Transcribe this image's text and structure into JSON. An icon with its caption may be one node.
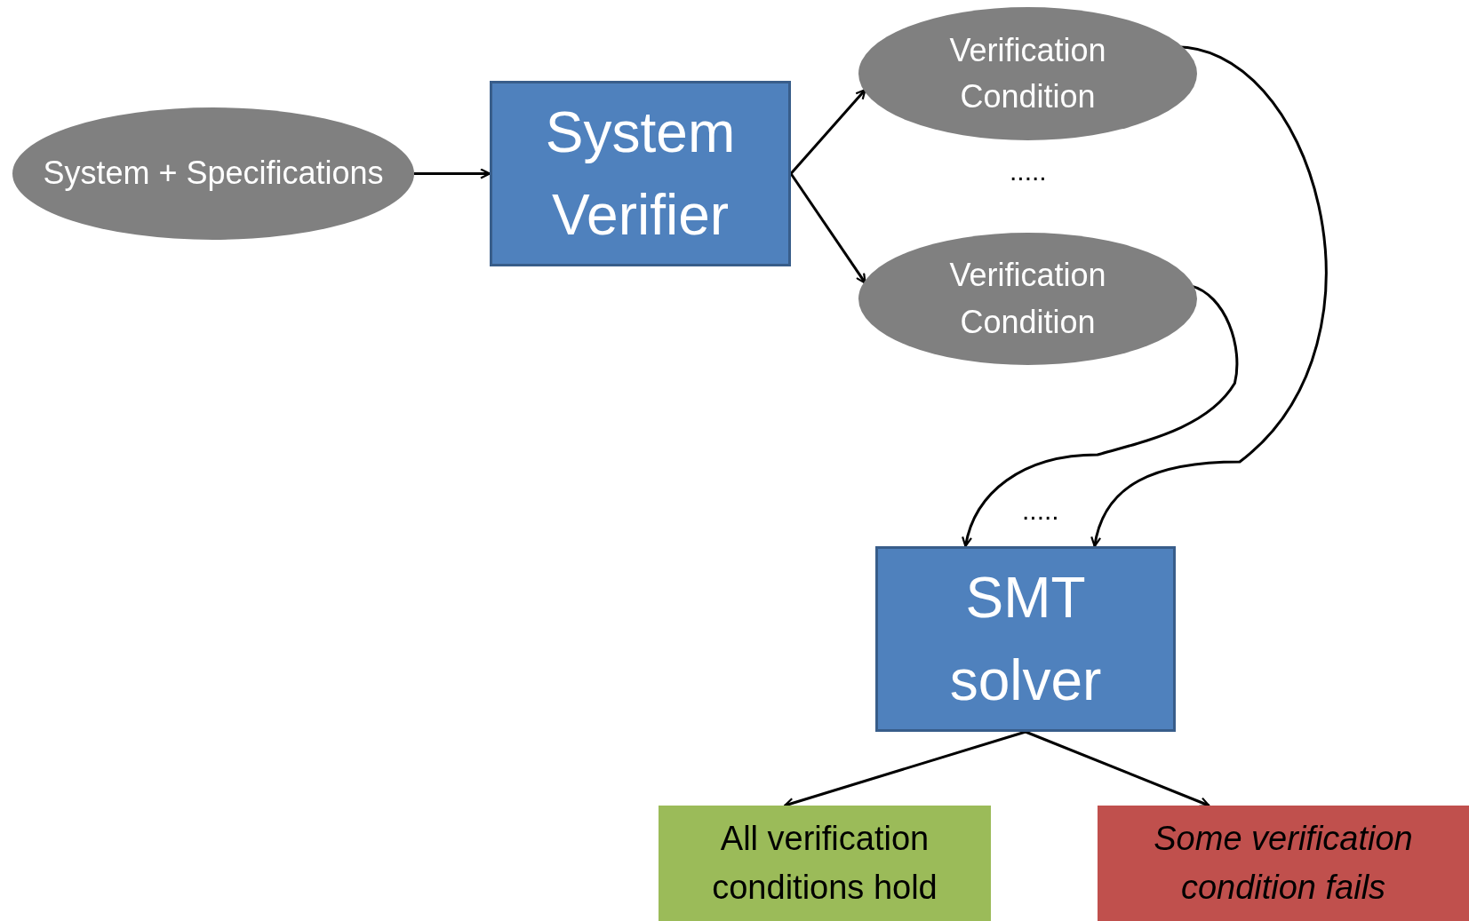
{
  "diagram": {
    "nodes": [
      {
        "text": [
          "System + Specifications"
        ]
      },
      {
        "text": [
          "System Verifier"
        ]
      },
      {
        "text": [
          "Verification Condition"
        ]
      },
      {
        "text": [
          "Verification Condition"
        ]
      },
      {
        "text": [
          "SMT solver"
        ]
      },
      {
        "text": [
          "All verification conditions hold"
        ]
      },
      {
        "text": [
          "Some verification condition fails"
        ]
      }
    ],
    "edges": [
      {
        "from": 0,
        "to": 1,
        "arrow": "to"
      },
      {
        "from": 1,
        "to": 2,
        "arrow": "to"
      },
      {
        "from": 1,
        "to": 3,
        "arrow": "to"
      },
      {
        "from": 2,
        "to": 4,
        "arrow": "to"
      },
      {
        "from": 3,
        "to": 4,
        "arrow": "to"
      },
      {
        "from": 4,
        "to": 5,
        "arrow": "to"
      },
      {
        "from": 4,
        "to": 6,
        "arrow": "to"
      }
    ],
    "labels": [
      ".....",
      "....."
    ]
  }
}
